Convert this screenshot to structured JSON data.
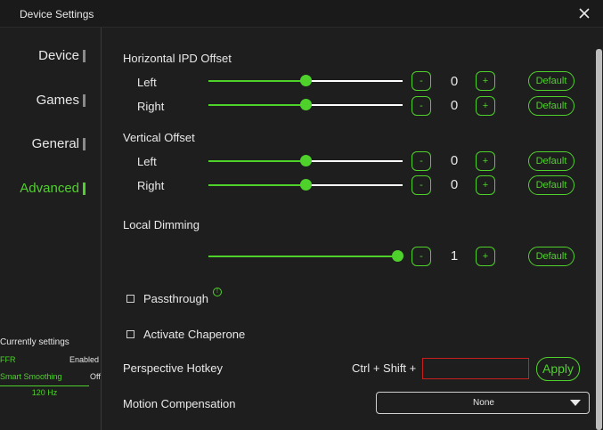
{
  "window": {
    "title": "Device Settings"
  },
  "sidebar": {
    "items": [
      {
        "label": "Device",
        "active": false
      },
      {
        "label": "Games",
        "active": false
      },
      {
        "label": "General",
        "active": false
      },
      {
        "label": "Advanced",
        "active": true
      }
    ],
    "current": {
      "title": "Currently settings",
      "rows": [
        {
          "key": "FFR",
          "value": "Enabled"
        },
        {
          "key": "Smart Smoothing",
          "value": "Off"
        }
      ],
      "refresh": "120 Hz"
    }
  },
  "content": {
    "horizontal_ipd": {
      "title": "Horizontal IPD Offset",
      "left": {
        "label": "Left",
        "value": "0",
        "level": 0.5
      },
      "right": {
        "label": "Right",
        "value": "0",
        "level": 0.5
      }
    },
    "vertical_offset": {
      "title": "Vertical Offset",
      "left": {
        "label": "Left",
        "value": "0",
        "level": 0.5
      },
      "right": {
        "label": "Right",
        "value": "0",
        "level": 0.5
      }
    },
    "local_dimming": {
      "title": "Local Dimming",
      "value": "1",
      "level": 1.0
    },
    "controls": {
      "minus": "-",
      "plus": "+",
      "default": "Default"
    },
    "passthrough": {
      "label": "Passthrough",
      "checked": false,
      "info_icon": "info-icon"
    },
    "chaperone": {
      "label": "Activate Chaperone",
      "checked": false
    },
    "hotkey": {
      "label": "Perspective Hotkey",
      "prefix": "Ctrl + Shift +",
      "value": "",
      "apply": "Apply"
    },
    "motion": {
      "label": "Motion Compensation",
      "selected": "None"
    }
  },
  "colors": {
    "accent": "#4fd12c",
    "background": "#1e1e1e",
    "error_border": "#c81e1e"
  }
}
